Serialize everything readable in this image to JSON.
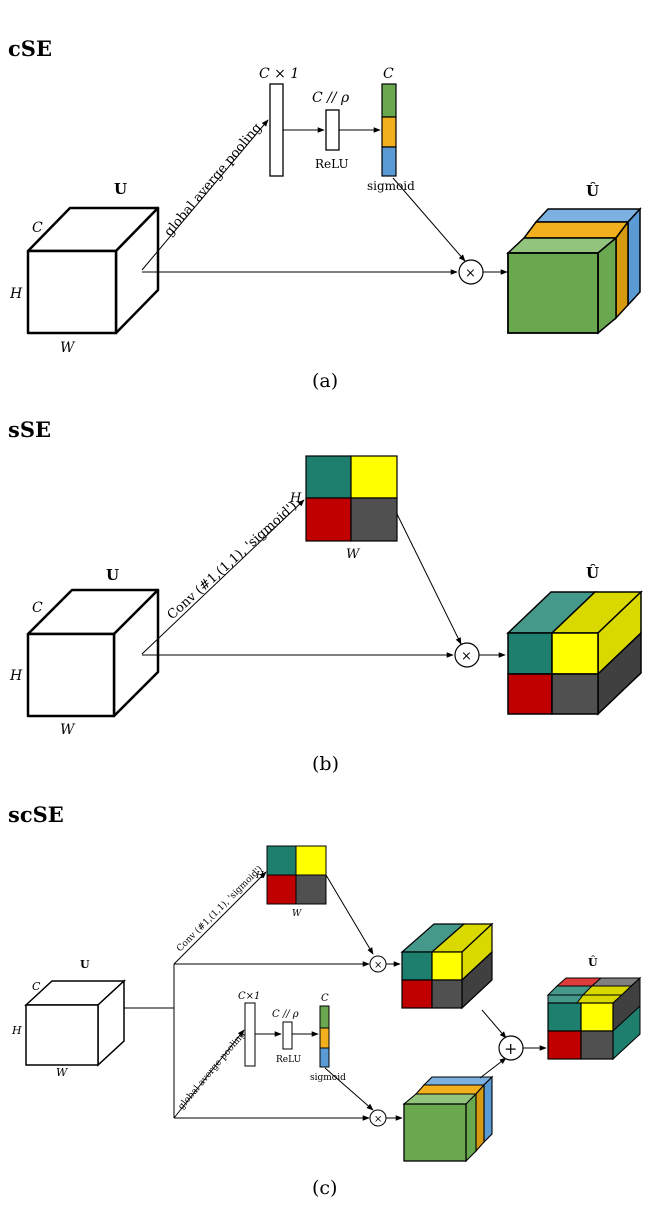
{
  "colors": {
    "green": "#6aa84f",
    "green_light": "#93c47d",
    "orange": "#f2b01e",
    "orange_dark": "#d69a10",
    "blue": "#5b9bd5",
    "blue_light": "#7bb0e0",
    "teal": "#1f7f6e",
    "teal_light": "#45998a",
    "yellow": "#ffff00",
    "yellow_dark": "#d9d900",
    "red": "#c00000",
    "red_light": "#e03a3a",
    "gray": "#505050",
    "gray_dark": "#404040"
  },
  "panel_a": {
    "title": "cSE",
    "caption": "(a)",
    "u_label": "U",
    "u_hat": "Û",
    "dim_c": "C",
    "dim_h": "H",
    "dim_w": "W",
    "pool_text": "global averge pooling",
    "fc1_dim": "C × 1",
    "fc2_dim": "C // ρ",
    "fc3_dim": "C",
    "relu": "ReLU",
    "sigmoid": "sigmoid",
    "times": "×"
  },
  "panel_b": {
    "title": "sSE",
    "caption": "(b)",
    "u_label": "U",
    "u_hat": "Û",
    "dim_c": "C",
    "dim_h": "H",
    "dim_w": "W",
    "map_h": "H",
    "map_w": "W",
    "conv_text": "Conv (#1,(1,1), 'sigmoid')",
    "times": "×"
  },
  "panel_c": {
    "title": "scSE",
    "caption": "(c)",
    "u_label": "U",
    "u_hat": "Û",
    "dim_c": "C",
    "dim_h": "H",
    "dim_w": "W",
    "map_h": "H",
    "map_w": "W",
    "conv_text": "Conv (#1,(1,1), 'sigmoid')",
    "pool_text": "global averge pooling",
    "fc1_dim": "C×1",
    "fc2_dim": "C // ρ",
    "fc3_dim": "C",
    "relu": "ReLU",
    "sigmoid": "sigmoid",
    "times": "×",
    "plus": "+"
  }
}
